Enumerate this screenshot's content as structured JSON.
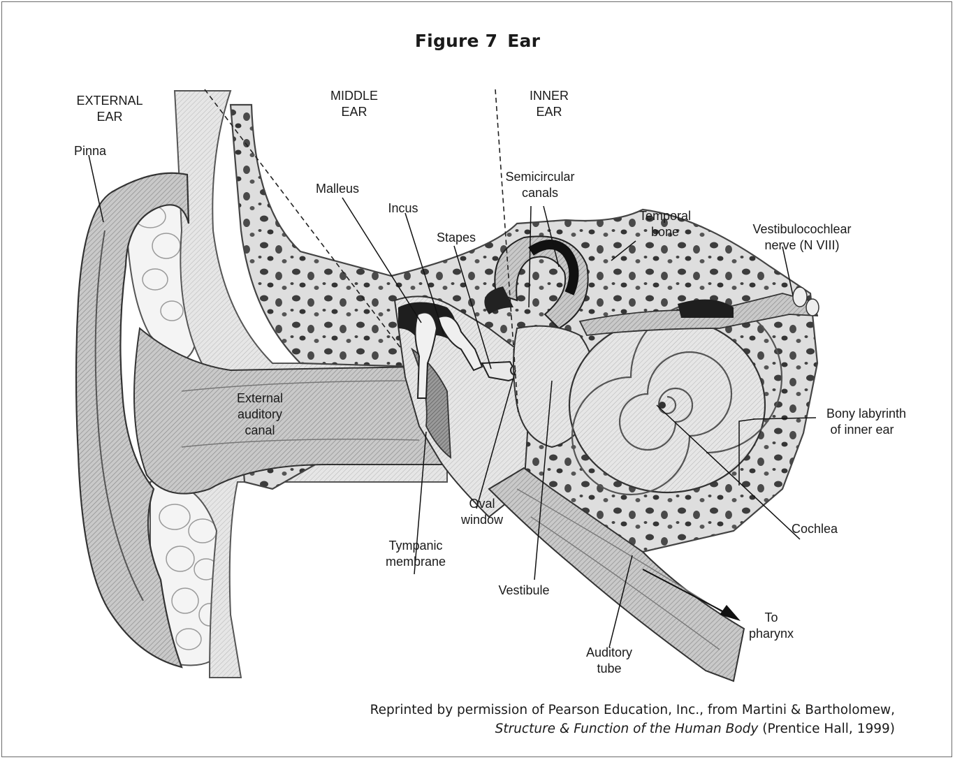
{
  "figure": {
    "number": "Figure 7",
    "title": "Ear"
  },
  "regions": {
    "external": [
      "EXTERNAL",
      "EAR"
    ],
    "middle": [
      "MIDDLE",
      "EAR"
    ],
    "inner": [
      "INNER",
      "EAR"
    ]
  },
  "labels": {
    "pinna": [
      "Pinna"
    ],
    "malleus": [
      "Malleus"
    ],
    "incus": [
      "Incus"
    ],
    "stapes": [
      "Stapes"
    ],
    "semicircular": [
      "Semicircular",
      "canals"
    ],
    "temporal": [
      "Temporal",
      "bone"
    ],
    "nerve": [
      "Vestibulocochlear",
      "nerve (N VIII)"
    ],
    "canal": [
      "External",
      "auditory",
      "canal"
    ],
    "bony": [
      "Bony labyrinth",
      "of inner ear"
    ],
    "oval": [
      "Oval",
      "window"
    ],
    "tympanic": [
      "Tympanic",
      "membrane"
    ],
    "cochlea": [
      "Cochlea"
    ],
    "vestibule": [
      "Vestibule"
    ],
    "pharynx": [
      "To",
      "pharynx"
    ],
    "auditory_tube": [
      "Auditory",
      "tube"
    ]
  },
  "credit": {
    "line1": "Reprinted by permission of Pearson Education, Inc., from Martini & Bartholomew,",
    "book": "Structure & Function of the Human Body",
    "rest": " (Prentice Hall, 1999)"
  }
}
